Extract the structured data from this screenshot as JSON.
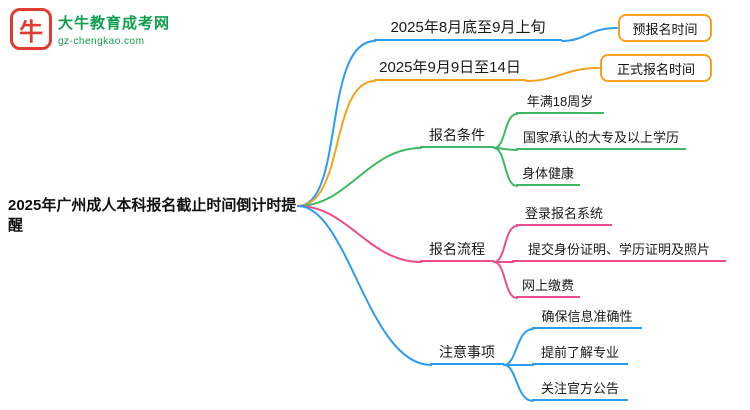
{
  "logo": {
    "name": "大牛教育成考网",
    "domain": "gz-chengkao.com",
    "icon": "牛"
  },
  "palette": {
    "blue": "#2d9cf0",
    "orange": "#f6a21e",
    "green": "#3eb864",
    "pink": "#ed4c8c",
    "logo_red": "#e03c31",
    "logo_green": "#0f9d4e",
    "text": "#111111"
  },
  "root": {
    "label": "2025年广州成人本科报名截止时间倒计时提醒"
  },
  "branches": [
    {
      "label": "2025年8月底至9月上旬",
      "tag": "预报名时间",
      "color": "blue"
    },
    {
      "label": "2025年9月9日至14日",
      "tag": "正式报名时间",
      "color": "orange"
    },
    {
      "label": "报名条件",
      "color": "green",
      "children": [
        "年满18周岁",
        "国家承认的大专及以上学历",
        "身体健康"
      ]
    },
    {
      "label": "报名流程",
      "color": "pink",
      "children": [
        "登录报名系统",
        "提交身份证明、学历证明及照片",
        "网上缴费"
      ]
    },
    {
      "label": "注意事项",
      "color": "blue",
      "children": [
        "确保信息准确性",
        "提前了解专业",
        "关注官方公告"
      ]
    }
  ]
}
